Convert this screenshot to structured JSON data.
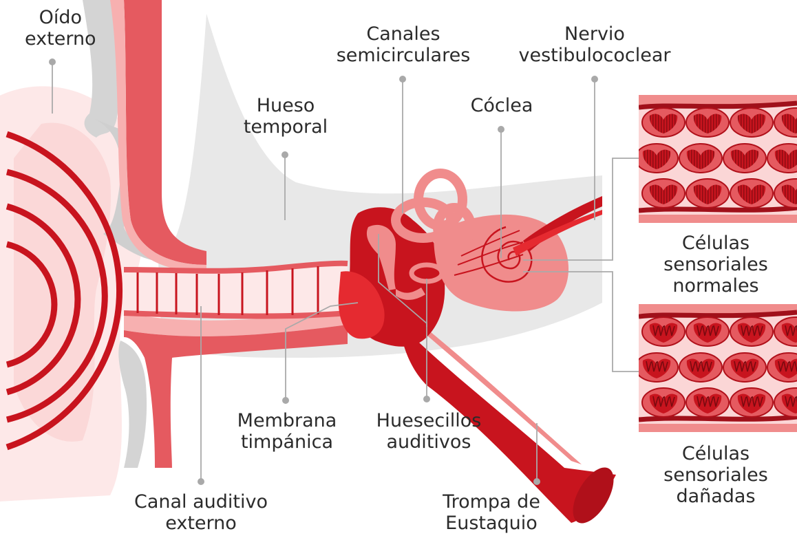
{
  "labels": {
    "outer_ear": [
      "Oído",
      "externo"
    ],
    "semicircular_canals": [
      "Canales",
      "semicirculares"
    ],
    "vestibulocochlear_nerve": [
      "Nervio",
      "vestibulococlear"
    ],
    "temporal_bone": [
      "Hueso",
      "temporal"
    ],
    "cochlea": [
      "Cóclea"
    ],
    "normal_cells": [
      "Células",
      "sensoriales",
      "normales"
    ],
    "damaged_cells": [
      "Células",
      "sensoriales",
      "dañadas"
    ],
    "tympanic_membrane": [
      "Membrana",
      "timpánica"
    ],
    "ossicles": [
      "Huesecillos",
      "auditivos"
    ],
    "ear_canal": [
      "Canal auditivo",
      "externo"
    ],
    "eustachian_tube": [
      "Trompa de",
      "Eustaquio"
    ]
  },
  "colors": {
    "dark_red": "#c8141e",
    "red": "#e55a60",
    "salmon": "#f08c8c",
    "light_pink": "#f9cfcf",
    "pale_pink": "#fde8e8",
    "bone_gray": "#e8e8e8",
    "cartilage_gray": "#c8c8c8",
    "leader_gray": "#a9a9a9",
    "text": "#2b2b2b"
  }
}
